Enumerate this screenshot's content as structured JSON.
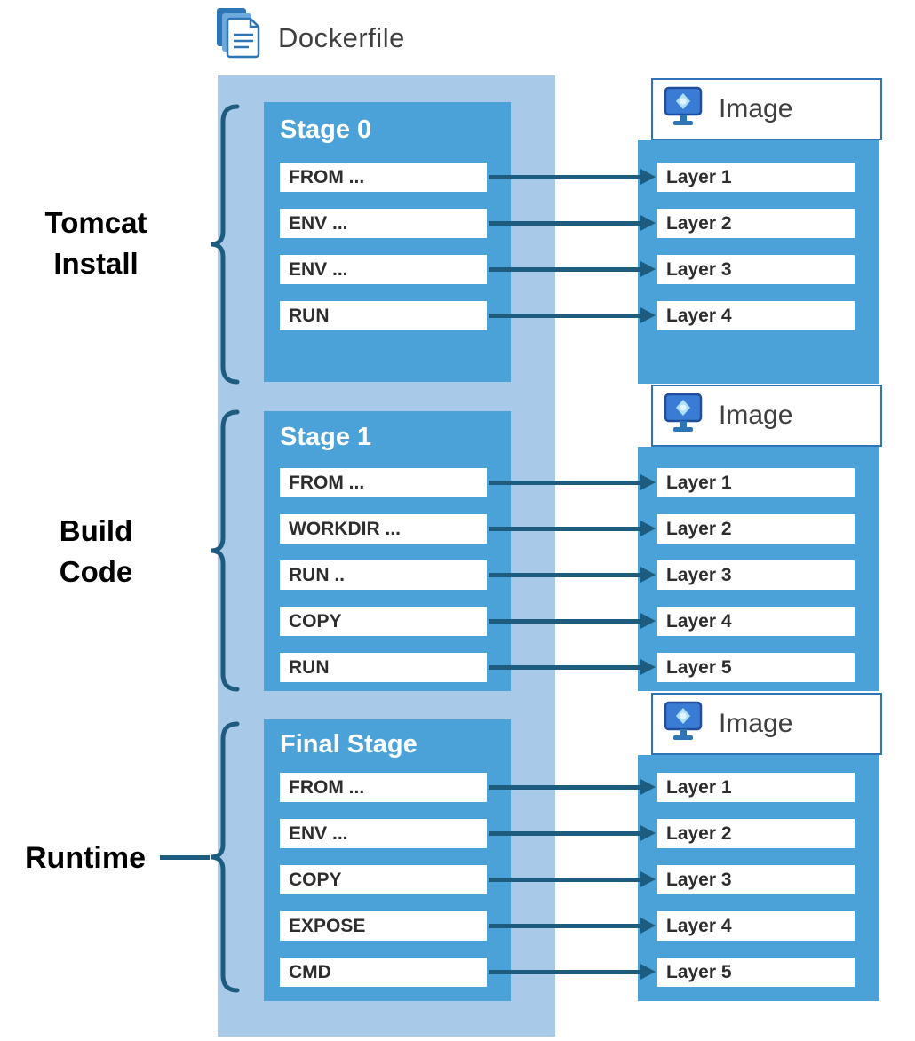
{
  "title": {
    "label": "Dockerfile"
  },
  "groups": [
    {
      "label": "Tomcat\nInstall"
    },
    {
      "label": "Build\nCode"
    },
    {
      "label": "Runtime"
    }
  ],
  "stages": [
    {
      "title": "Stage 0",
      "instructions": [
        "FROM ...",
        "ENV ...",
        "ENV ...",
        "RUN"
      ]
    },
    {
      "title": "Stage 1",
      "instructions": [
        "FROM ...",
        "WORKDIR ...",
        "RUN ..",
        "COPY",
        "RUN"
      ]
    },
    {
      "title": "Final Stage",
      "instructions": [
        "FROM ...",
        "ENV ...",
        "COPY",
        "EXPOSE",
        "CMD"
      ]
    }
  ],
  "images": [
    {
      "header": "Image",
      "layers": [
        "Layer 1",
        "Layer 2",
        "Layer 3",
        "Layer 4"
      ]
    },
    {
      "header": "Image",
      "layers": [
        "Layer 1",
        "Layer 2",
        "Layer 3",
        "Layer 4",
        "Layer 5"
      ]
    },
    {
      "header": "Image",
      "layers": [
        "Layer 1",
        "Layer 2",
        "Layer 3",
        "Layer 4",
        "Layer 5"
      ]
    }
  ],
  "icons": {
    "dockerfile": "document-copy-icon",
    "image": "monitor-icon"
  },
  "colors": {
    "column-blue": "#a9c9e8",
    "stage-blue": "#4aa2d8",
    "border-blue": "#2e74b5",
    "arrow-teal": "#1d5c7e",
    "text-dark": "#2d2d2d",
    "label-gray": "#3f3f3f"
  }
}
